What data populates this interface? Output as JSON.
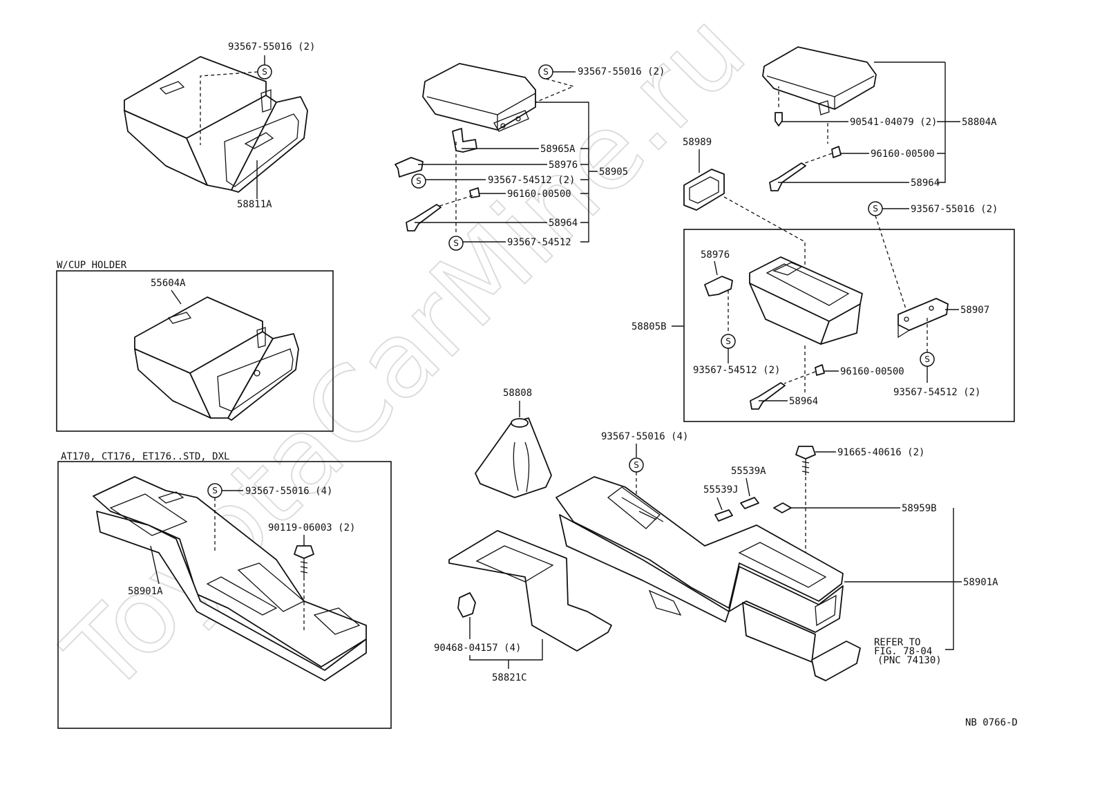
{
  "watermark": "ToyotaCarMine.ru",
  "drawing_code": "NB 0766-D",
  "symbol_letter": "S",
  "group_boxes": {
    "cup_holder": "W/CUP HOLDER",
    "std_dxl": "AT170, CT176, ET176..STD, DXL"
  },
  "notes": {
    "refer_line1": "REFER TO",
    "refer_line2": "FIG. 78-04",
    "refer_line3": "(PNC 74130)"
  },
  "labels": {
    "tl_screw": "93567-55016 (2)",
    "tl_box": "58811A",
    "cup_box": "55604A",
    "std_screw": "93567-55016 (4)",
    "std_bolt": "90119-06003 (2)",
    "std_console": "58901A",
    "mid_screw_top": "93567-55016 (2)",
    "mid_hinge": "58965A",
    "mid_clip": "58976",
    "mid_screw_a": "93567-54512 (2)",
    "mid_nut": "96160-00500",
    "mid_lever": "58964",
    "mid_screw_b": "93567-54512",
    "mid_assy": "58905",
    "r_lid_screw": "90541-04079 (2)",
    "r_assy": "58804A",
    "r_nut": "96160-00500",
    "r_lever": "58964",
    "r_plate": "58989",
    "r_screw_mid": "93567-55016 (2)",
    "box_clip": "58976",
    "box_assy": "58805B",
    "box_screw_left": "93567-54512 (2)",
    "box_nut": "96160-00500",
    "box_lever": "58964",
    "box_bracket": "58907",
    "box_screw_right": "93567-54512 (2)",
    "boot": "58808",
    "main_screw": "93567-55016 (4)",
    "main_bolt": "91665-40616 (2)",
    "clip_j": "55539J",
    "clip_a": "55539A",
    "pad": "58959B",
    "main_console": "58901A",
    "clip_small": "90468-04157 (4)",
    "shift_panel": "58821C"
  }
}
